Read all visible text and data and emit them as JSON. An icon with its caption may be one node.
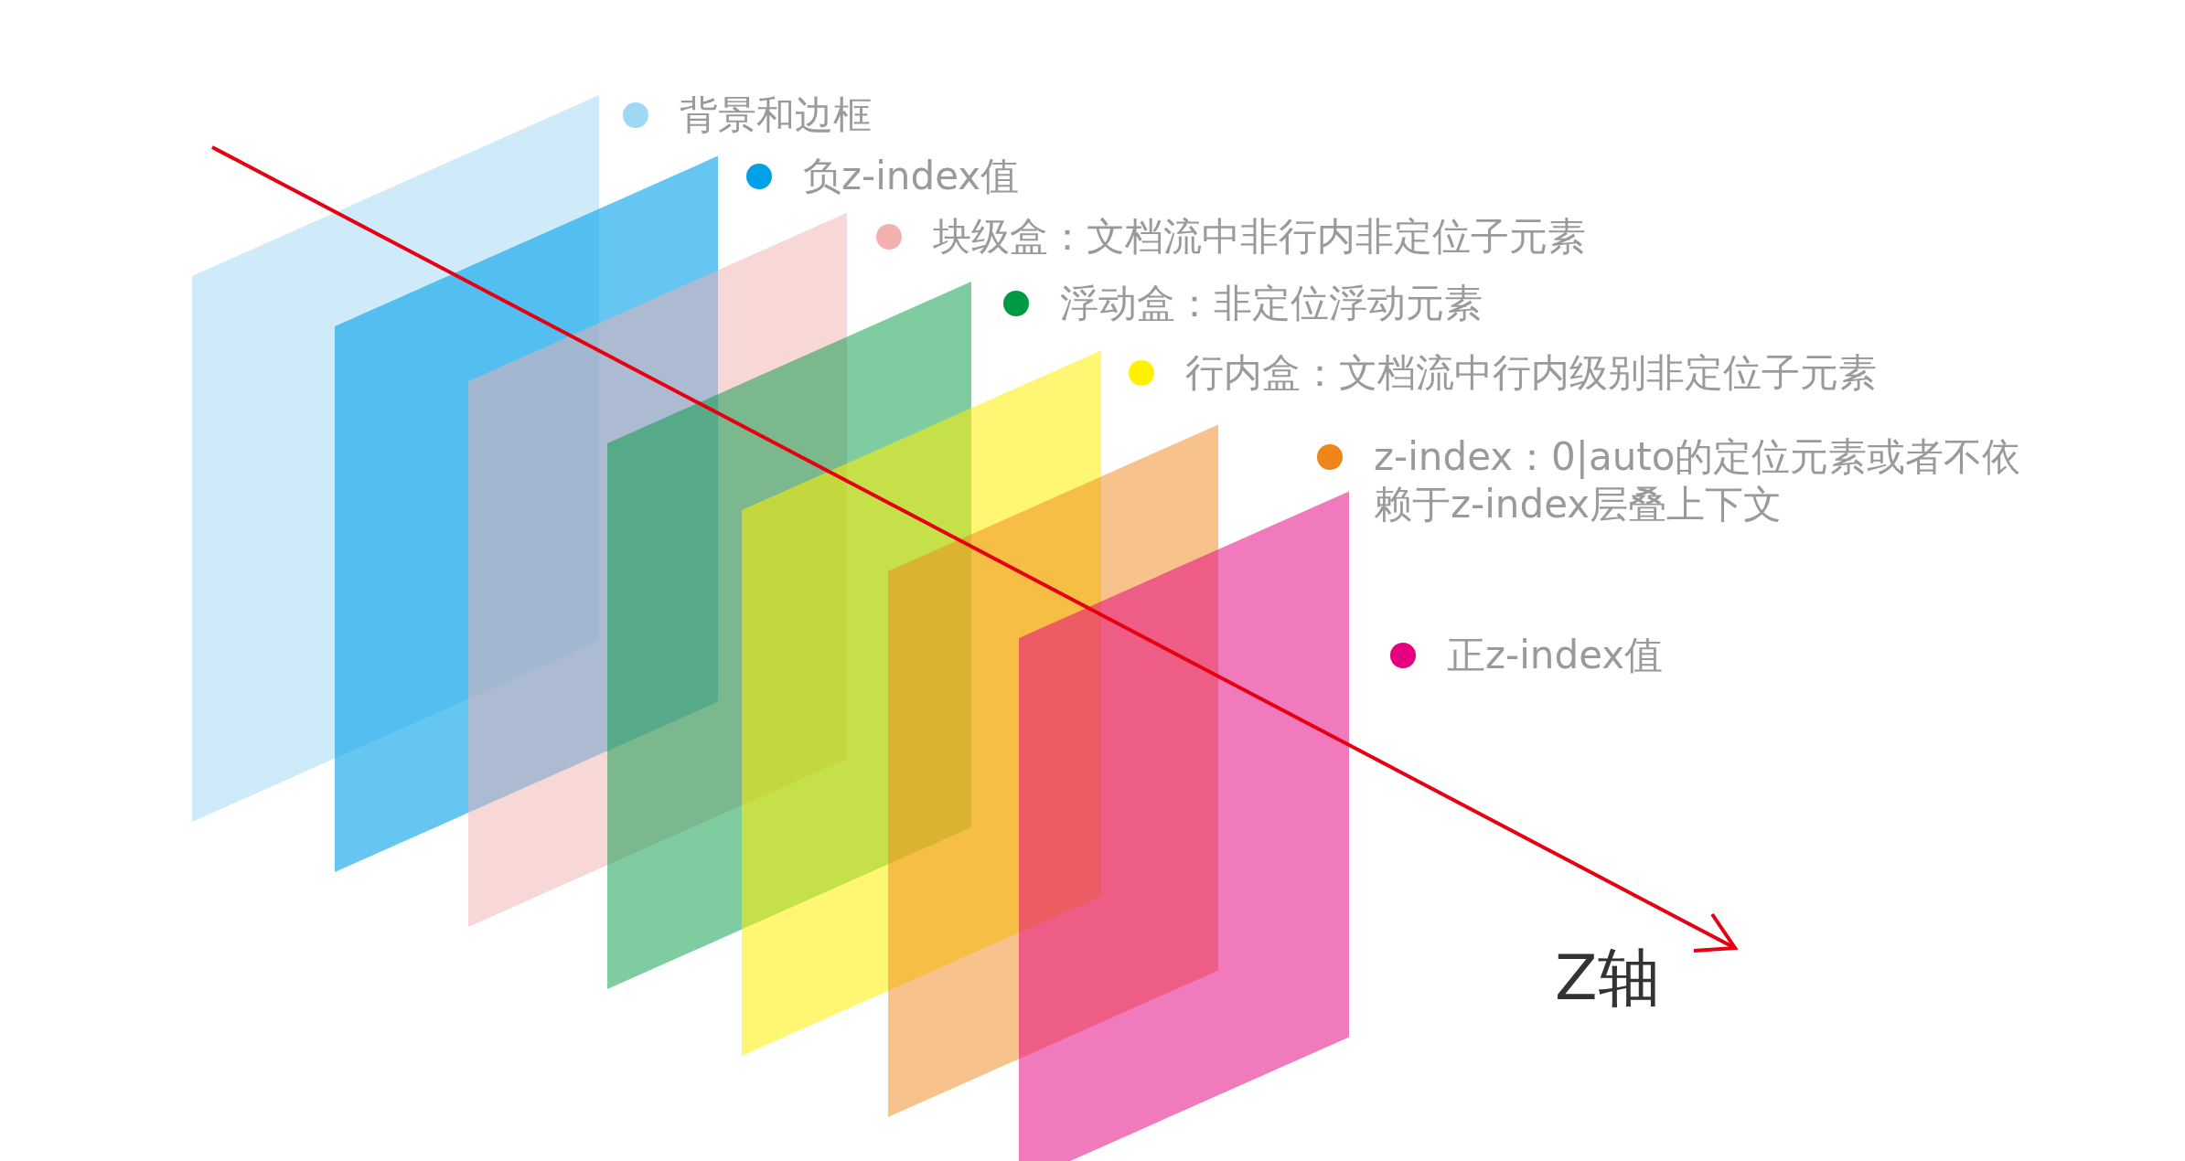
{
  "diagram": {
    "labels": [
      "Z轴"
    ],
    "legend": [
      {
        "text": "背景和边框",
        "color": "#a0d8f4"
      },
      {
        "text": "负z-index值",
        "color": "#00a0e9"
      },
      {
        "text": "块级盒：文档流中非行内非定位子元素",
        "color": "#f2b0b0"
      },
      {
        "text": "浮动盒：非定位浮动元素",
        "color": "#009944"
      },
      {
        "text": "行内盒：文档流中行内级别非定位子元素",
        "color": "#fff100"
      },
      {
        "text": "z-index：0|auto的定位元素或者不依赖于z-index层叠上下文",
        "color": "#f08519"
      },
      {
        "text": "正z-index值",
        "color": "#e4007f"
      }
    ]
  }
}
